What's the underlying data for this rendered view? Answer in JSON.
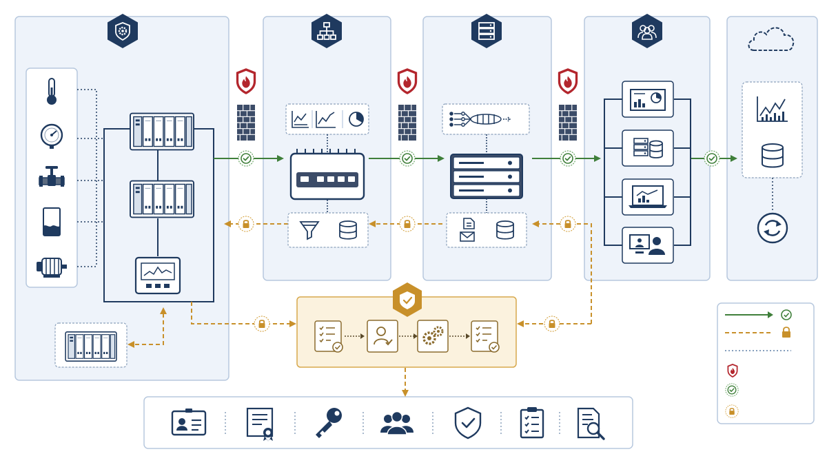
{
  "colors": {
    "navy": "#1f3a5f",
    "panel_fill": "#eef3fa",
    "panel_stroke": "#b7c8de",
    "firewall_red": "#b3262d",
    "brick": "#3c4c68",
    "verified_green": "#3f7f3a",
    "secure_gold": "#c8902a",
    "gold_fill": "#fbf2de",
    "device_gray": "#5b6b80"
  },
  "zones": [
    {
      "id": "field-and-control",
      "icon": "gear-shield-icon"
    },
    {
      "id": "edge-network",
      "icon": "network-hierarchy-icon"
    },
    {
      "id": "data-center",
      "icon": "server-stack-icon"
    },
    {
      "id": "enterprise-users",
      "icon": "users-group-icon"
    },
    {
      "id": "cloud",
      "icon": "cloud-icon"
    }
  ],
  "field_devices": [
    "thermometer-icon",
    "pressure-gauge-icon",
    "valve-icon",
    "tank-level-icon",
    "motor-icon"
  ],
  "controllers": [
    "plc-rack-icon",
    "plc-rack-icon",
    "hmi-panel-icon",
    "remote-io-rack-icon"
  ],
  "edge_functions": [
    "line-chart-icon",
    "trend-chart-icon",
    "pie-chart-icon",
    "filter-funnel-icon",
    "database-icon"
  ],
  "datacenter_functions": [
    "data-pipeline-icon",
    "document-icon",
    "mail-icon",
    "database-icon"
  ],
  "enterprise_apps": [
    "analytics-dashboard-icon",
    "storage-server-icon",
    "laptop-report-icon",
    "remote-user-icon"
  ],
  "cloud_services": [
    "analytics-chart-icon",
    "cloud-database-icon",
    "sync-cycle-icon"
  ],
  "governance": {
    "badge": "shield-check-icon",
    "steps": [
      "checklist-icon",
      "user-approval-icon",
      "gears-icon",
      "compliance-checklist-icon"
    ]
  },
  "security_controls": [
    "id-card-icon",
    "certificate-icon",
    "key-icon",
    "user-group-icon",
    "security-shield-icon",
    "audit-clipboard-icon",
    "inspection-document-icon"
  ],
  "legend": [
    {
      "symbol": "green-arrow",
      "badge": "check-circle-icon"
    },
    {
      "symbol": "gold-dashed-arrow",
      "badge": "lock-icon"
    },
    {
      "symbol": "blue-dotted-line"
    },
    {
      "symbol": "firewall-shield-icon"
    },
    {
      "symbol": "check-circle-icon"
    },
    {
      "symbol": "lock-icon"
    }
  ]
}
